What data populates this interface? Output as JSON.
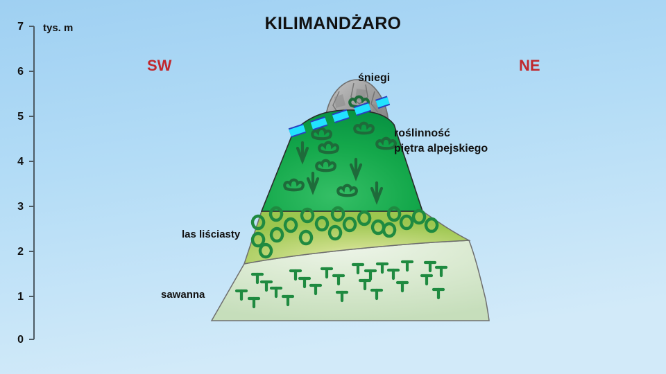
{
  "chart_data": {
    "type": "diagram",
    "title": "KILIMANDŻARO",
    "ylabel": "tys. m",
    "ylim": [
      0,
      7
    ],
    "yticks": [
      0,
      1,
      2,
      3,
      4,
      5,
      6,
      7
    ],
    "ytick_labels": [
      "0",
      "1",
      "2",
      "3",
      "4",
      "5",
      "6",
      "7"
    ],
    "orientation_left": "SW",
    "orientation_right": "NE",
    "grid": false,
    "legend": "none",
    "zones": [
      {
        "name": "sawanna",
        "label": "sawanna",
        "approx_range_km": [
          0.7,
          1.9
        ],
        "color": "#d6e8cf",
        "symbol": "acacia-tree"
      },
      {
        "name": "las-lisciasty",
        "label": "las liściasty",
        "approx_range_km": [
          1.9,
          3.0
        ],
        "color": "#a8cc5c",
        "symbol": "broadleaf-arch"
      },
      {
        "name": "roslinnosc-pietra-alpejskiego",
        "label": "roślinność\npiętra alpejskiego",
        "approx_range_km": [
          3.0,
          5.0
        ],
        "color": "#0faa4a",
        "symbol": "alpine-shrub"
      },
      {
        "name": "sniegi",
        "label": "śniegi",
        "approx_range_km": [
          5.0,
          5.9
        ],
        "color": "#9a9a9a",
        "symbol": "rock-summit"
      }
    ],
    "snowline": {
      "label": "śniegi",
      "style": "dashed",
      "color": "#22e2ff",
      "approx_altitude_km": 5.0
    }
  },
  "header": {
    "title": "KILIMANDŻARO"
  },
  "axis": {
    "unit_label": "tys. m",
    "ticks": [
      {
        "value": "7"
      },
      {
        "value": "6"
      },
      {
        "value": "5"
      },
      {
        "value": "4"
      },
      {
        "value": "3"
      },
      {
        "value": "2"
      },
      {
        "value": "1"
      },
      {
        "value": "0"
      }
    ]
  },
  "orientation": {
    "left": "SW",
    "right": "NE",
    "color": "#c0272d"
  },
  "labels": {
    "snows": "śniegi",
    "alpine_line1": "roślinność",
    "alpine_line2": "piętra alpejskiego",
    "deciduous": "las liściasty",
    "savanna": "sawanna"
  },
  "colors": {
    "sky_top": "#a8d4f2",
    "sky_bottom": "#cde7f8",
    "alpine_green": "#15a64c",
    "deciduous_green": "#a9cd5a",
    "savanna_green": "#d9e9d0",
    "rock_gray": "#9d9d9d",
    "snowline_cyan": "#22e2ff",
    "text": "#111111",
    "accent_red": "#c0272d"
  }
}
